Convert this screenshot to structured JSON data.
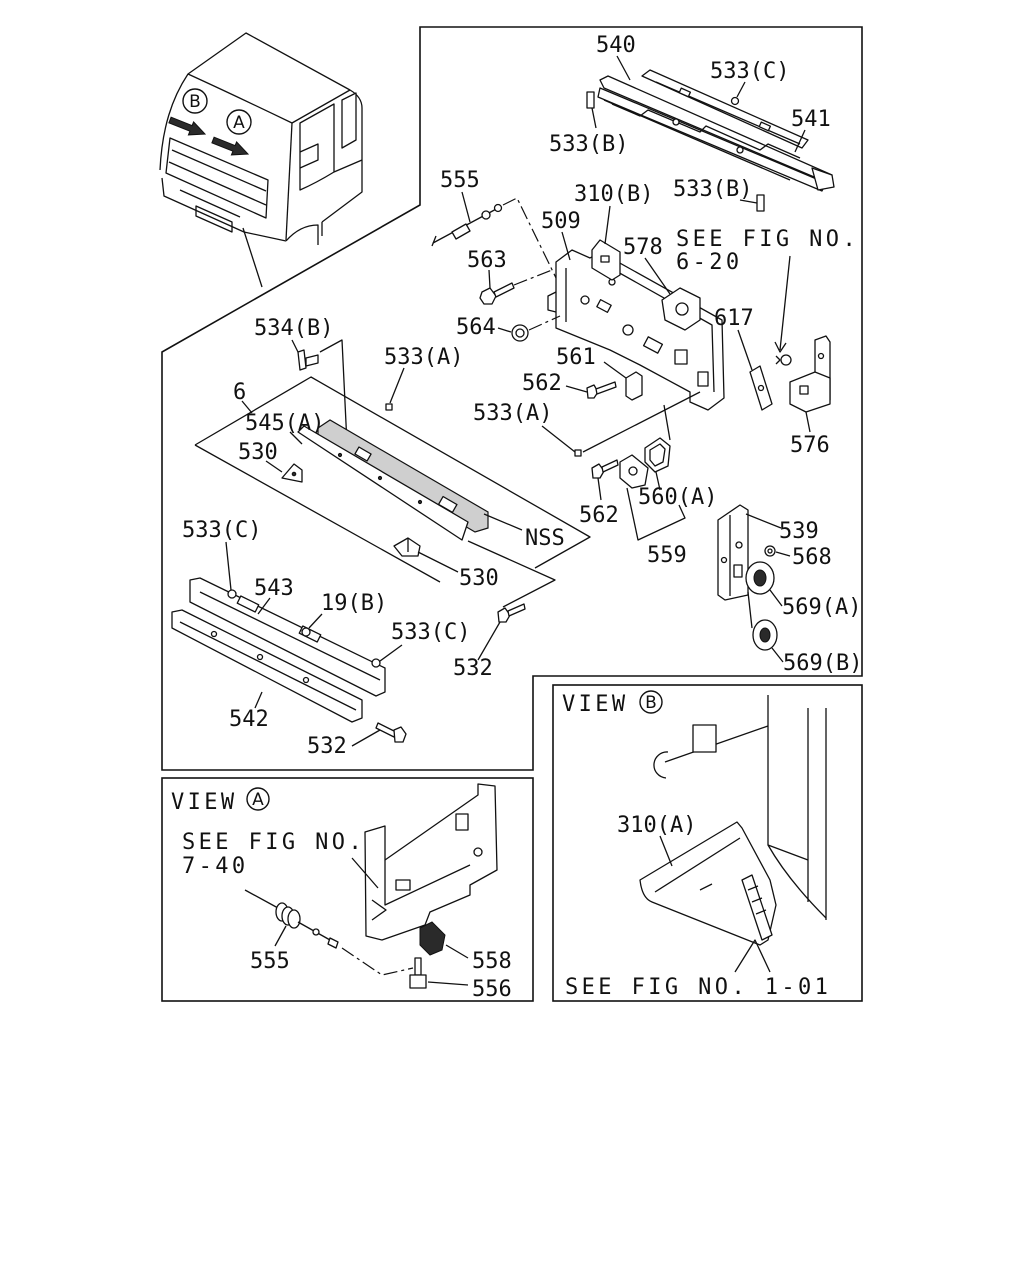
{
  "cab_inset": {
    "view_b_marker": "B",
    "view_a_marker": "A"
  },
  "main_panel": {
    "see_fig_line1": "SEE FIG NO.",
    "see_fig_line2": "6-20",
    "callouts": {
      "p540": "540",
      "p533c_top": "533(C)",
      "p541": "541",
      "p533b_left": "533(B)",
      "p533b_right": "533(B)",
      "p555": "555",
      "p310b": "310(B)",
      "p509": "509",
      "p578": "578",
      "p563": "563",
      "p617": "617",
      "p534b": "534(B)",
      "p564": "564",
      "p6": "6",
      "p533a_upper": "533(A)",
      "p561": "561",
      "p562_upper": "562",
      "p576": "576",
      "p545a": "545(A)",
      "p533a_lower": "533(A)",
      "p530_left": "530",
      "p560a": "560(A)",
      "p562_lower": "562",
      "p539": "539",
      "nss": "NSS",
      "p568": "568",
      "p559": "559",
      "p533c_left": "533(C)",
      "p543": "543",
      "p530_right": "530",
      "p19b": "19(B)",
      "p569a": "569(A)",
      "p533c_right": "533(C)",
      "p532_upper": "532",
      "p569b": "569(B)",
      "p542": "542",
      "p532_lower": "532"
    }
  },
  "view_a": {
    "title": "VIEW",
    "marker": "A",
    "see_fig_line1": "SEE FIG NO.",
    "see_fig_line2": "7-40",
    "callouts": {
      "p555": "555",
      "p558": "558",
      "p556": "556"
    }
  },
  "view_b": {
    "title": "VIEW",
    "marker": "B",
    "see_fig": "SEE FIG NO. 1-01",
    "callouts": {
      "p310a": "310(A)"
    }
  }
}
